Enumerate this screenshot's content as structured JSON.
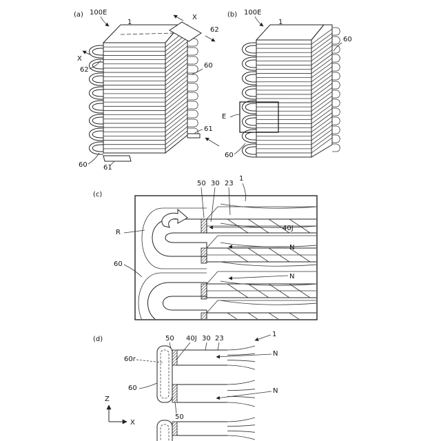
{
  "panels": {
    "a": {
      "label": "(a)",
      "device": "100E",
      "ref_1": "1",
      "axis_x_top": "X",
      "axis_x_left": "X",
      "ref_62_top": "62",
      "ref_62_left": "62",
      "ref_60": "60",
      "ref_61_right": "61",
      "ref_60_bottom": "60",
      "ref_61_bottom": "61"
    },
    "b": {
      "label": "(b)",
      "device": "100E",
      "ref_1": "1",
      "ref_60_top": "60",
      "detail": "E",
      "ref_60_bottom": "60"
    },
    "c": {
      "label": "(c)",
      "ref_50": "50",
      "ref_30": "30",
      "ref_23": "23",
      "ref_1": "1",
      "ref_40J": "40J",
      "ref_R": "R",
      "ref_N1": "N",
      "ref_60": "60",
      "ref_N2": "N"
    },
    "d": {
      "label": "(d)",
      "ref_50_top": "50",
      "ref_40J": "40J",
      "ref_30": "30",
      "ref_23": "23",
      "ref_1": "1",
      "ref_60r": "60r",
      "ref_N1": "N",
      "ref_60": "60",
      "ref_N2": "N",
      "axis_z": "Z",
      "axis_x": "X",
      "ref_50_bottom": "50"
    }
  }
}
